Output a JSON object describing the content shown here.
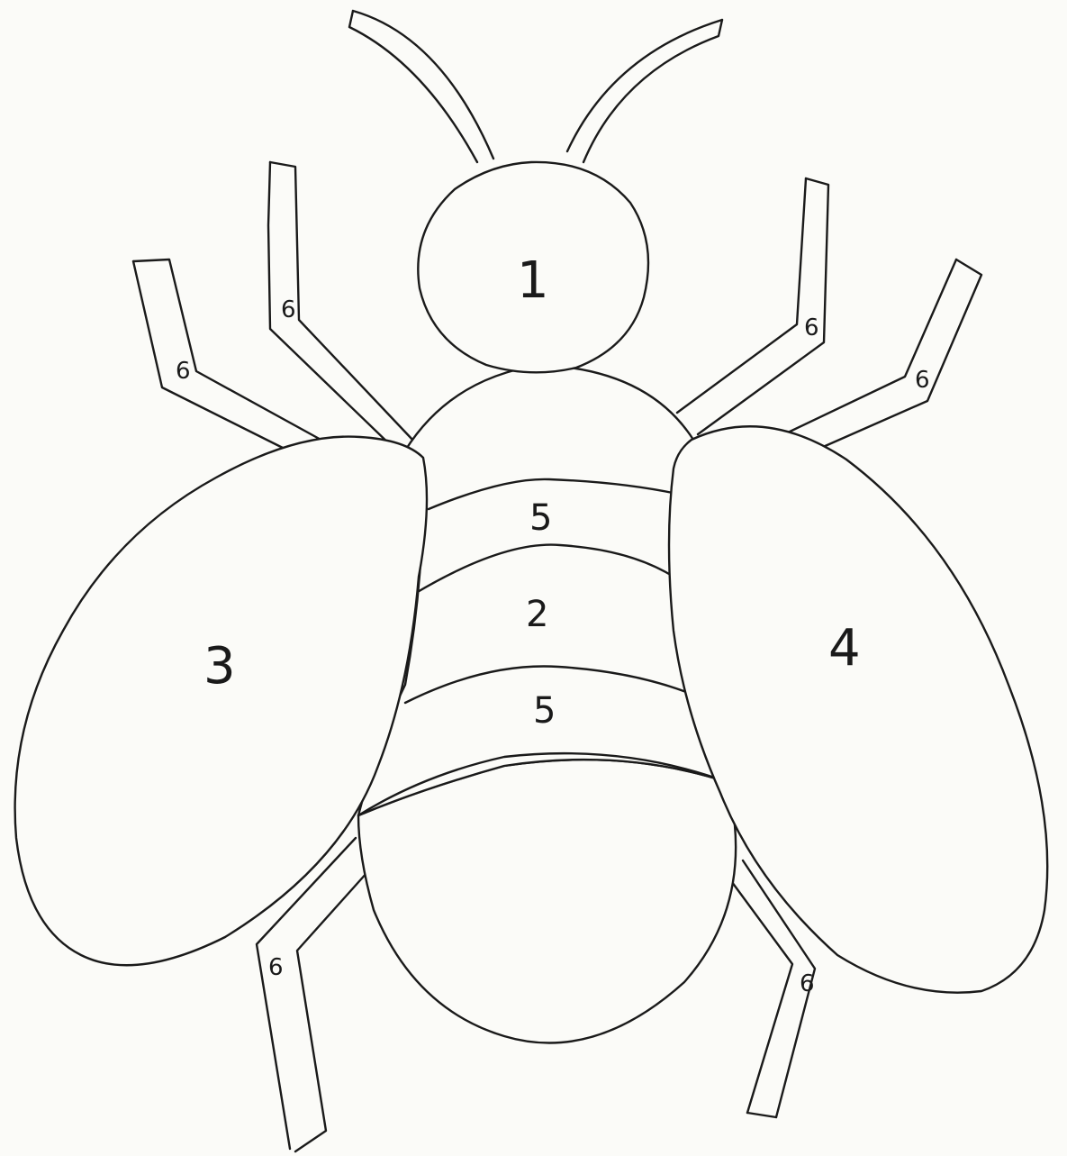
{
  "labels": {
    "head": "1",
    "abdomen_middle": "2",
    "left_wing": "3",
    "right_wing": "4",
    "stripe_upper": "5",
    "stripe_lower": "5",
    "leg_front_left": "6",
    "leg_mid_left": "6",
    "leg_front_right": "6",
    "leg_mid_right": "6",
    "leg_back_left": "6",
    "leg_back_right": "6"
  },
  "colors": {
    "ink": "#1a1a1a",
    "paper": "#fbfbf8"
  }
}
